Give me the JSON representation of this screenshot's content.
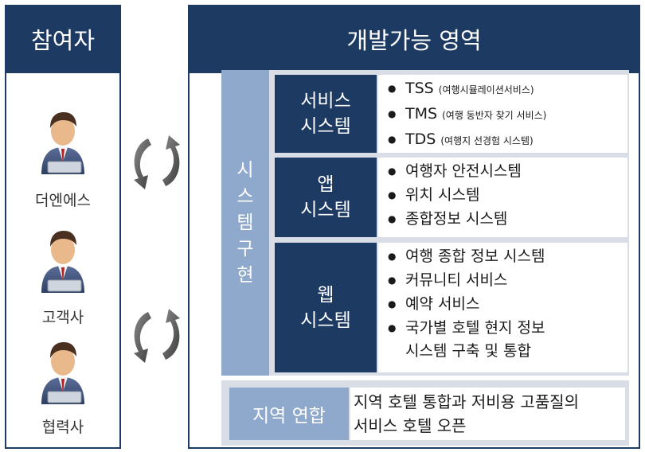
{
  "participants": {
    "title": "참여자",
    "items": [
      {
        "label": "더엔에스"
      },
      {
        "label": "고객사"
      },
      {
        "label": "협력사"
      }
    ]
  },
  "development": {
    "title": "개발가능 영역",
    "implementation_label": [
      "시",
      "스",
      "템",
      "구",
      "현"
    ],
    "systems": [
      {
        "label_line1": "서비스",
        "label_line2": "시스템",
        "items": [
          {
            "main": "TSS",
            "sub": "(여행시뮬레이션서비스)"
          },
          {
            "main": "TMS",
            "sub": "(여행 동반자 찾기 서비스)"
          },
          {
            "main": "TDS",
            "sub": "(여행지 선경험 시스템)"
          }
        ]
      },
      {
        "label_line1": "앱",
        "label_line2": "시스템",
        "items": [
          {
            "main": "여행자 안전시스템"
          },
          {
            "main": "위치 시스템"
          },
          {
            "main": "종합정보 시스템"
          }
        ]
      },
      {
        "label_line1": "웹",
        "label_line2": "시스템",
        "items": [
          {
            "main": "여행 종합 정보 시스템"
          },
          {
            "main": "커뮤니티 서비스"
          },
          {
            "main": "예약 서비스"
          },
          {
            "main": "국가별 호텔 현지 정보",
            "cont": "시스템 구축 및 통합"
          }
        ]
      }
    ],
    "regional": {
      "label": "지역 연합",
      "line1": "지역 호텔 통합과 저비용 고품질의",
      "line2": "서비스 호텔 오픈"
    }
  },
  "colors": {
    "navy": "#1d3a63",
    "steel_blue": "#8ea9cb",
    "panel_grey": "#d9dee6"
  },
  "icons": [
    "businessman-laptop-icon",
    "cycle-arrows-icon"
  ]
}
